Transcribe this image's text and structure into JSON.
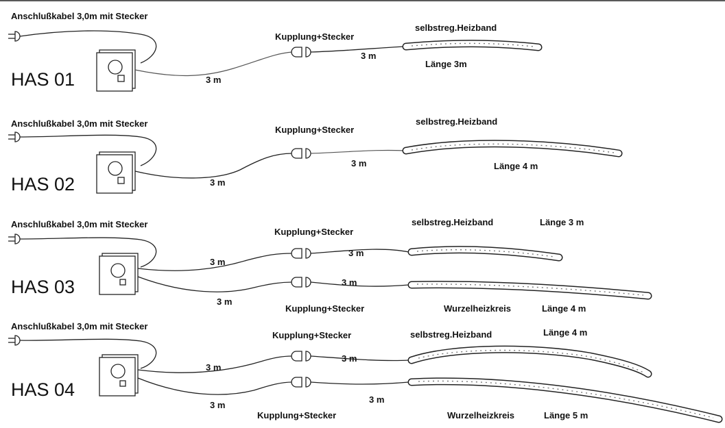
{
  "units": [
    {
      "name": "HAS 01",
      "cable_label": "Anschlußkabel 3,0m mit Stecker",
      "heat_circuits": [
        {
          "coupling_label": "Kupplung+Stecker",
          "feed_length": "3 m",
          "lead_length": "3 m",
          "band_label": "selbstreg.Heizband",
          "length_label": "Länge 3m"
        }
      ]
    },
    {
      "name": "HAS 02",
      "cable_label": "Anschlußkabel 3,0m mit Stecker",
      "heat_circuits": [
        {
          "coupling_label": "Kupplung+Stecker",
          "feed_length": "3 m",
          "lead_length": "3 m",
          "band_label": "selbstreg.Heizband",
          "length_label": "Länge 4 m"
        }
      ]
    },
    {
      "name": "HAS 03",
      "cable_label": "Anschlußkabel 3,0m mit Stecker",
      "heat_circuits": [
        {
          "coupling_label": "Kupplung+Stecker",
          "feed_length": "3 m",
          "lead_length": "3 m",
          "band_label": "selbstreg.Heizband",
          "length_label": "Länge 3 m"
        },
        {
          "coupling_label": "Kupplung+Stecker",
          "feed_length": "3 m",
          "lead_length": "3 m",
          "band_label": "Wurzelheizkreis",
          "length_label": "Länge 4 m"
        }
      ]
    },
    {
      "name": "HAS 04",
      "cable_label": "Anschlußkabel 3,0m mit Stecker",
      "heat_circuits": [
        {
          "coupling_label": "Kupplung+Stecker",
          "feed_length": "3 m",
          "lead_length": "3 m",
          "band_label": "selbstreg.Heizband",
          "length_label": "Länge 4 m"
        },
        {
          "coupling_label": "Kupplung+Stecker",
          "feed_length": "3 m",
          "lead_length": "3 m",
          "band_label": "Wurzelheizkreis",
          "length_label": "Länge 5 m"
        }
      ]
    }
  ]
}
